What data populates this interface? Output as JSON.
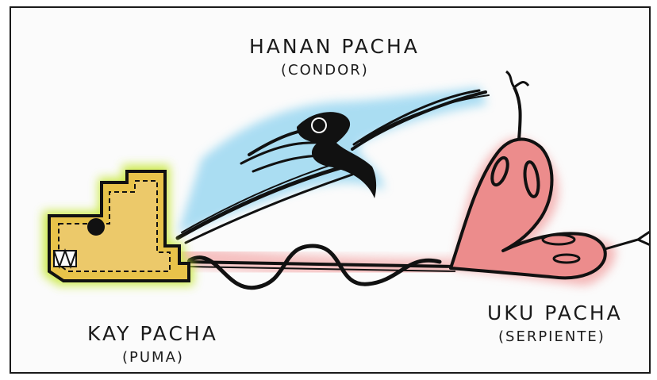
{
  "labels": {
    "hanan_title": "Hanan Pacha",
    "hanan_sub": "(Condor)",
    "kay_title": "Kay Pacha",
    "kay_sub": "(Puma)",
    "uku_title": "Uku Pacha",
    "uku_sub": "(Serpiente)"
  },
  "colors": {
    "condor_glow": "#8fd3f0",
    "puma_fill": "#e8c34a",
    "puma_glow": "#c8e83a",
    "serpent_fill": "#ec8c8c",
    "serpent_glow": "#f3a7a7",
    "ink": "#111111"
  }
}
